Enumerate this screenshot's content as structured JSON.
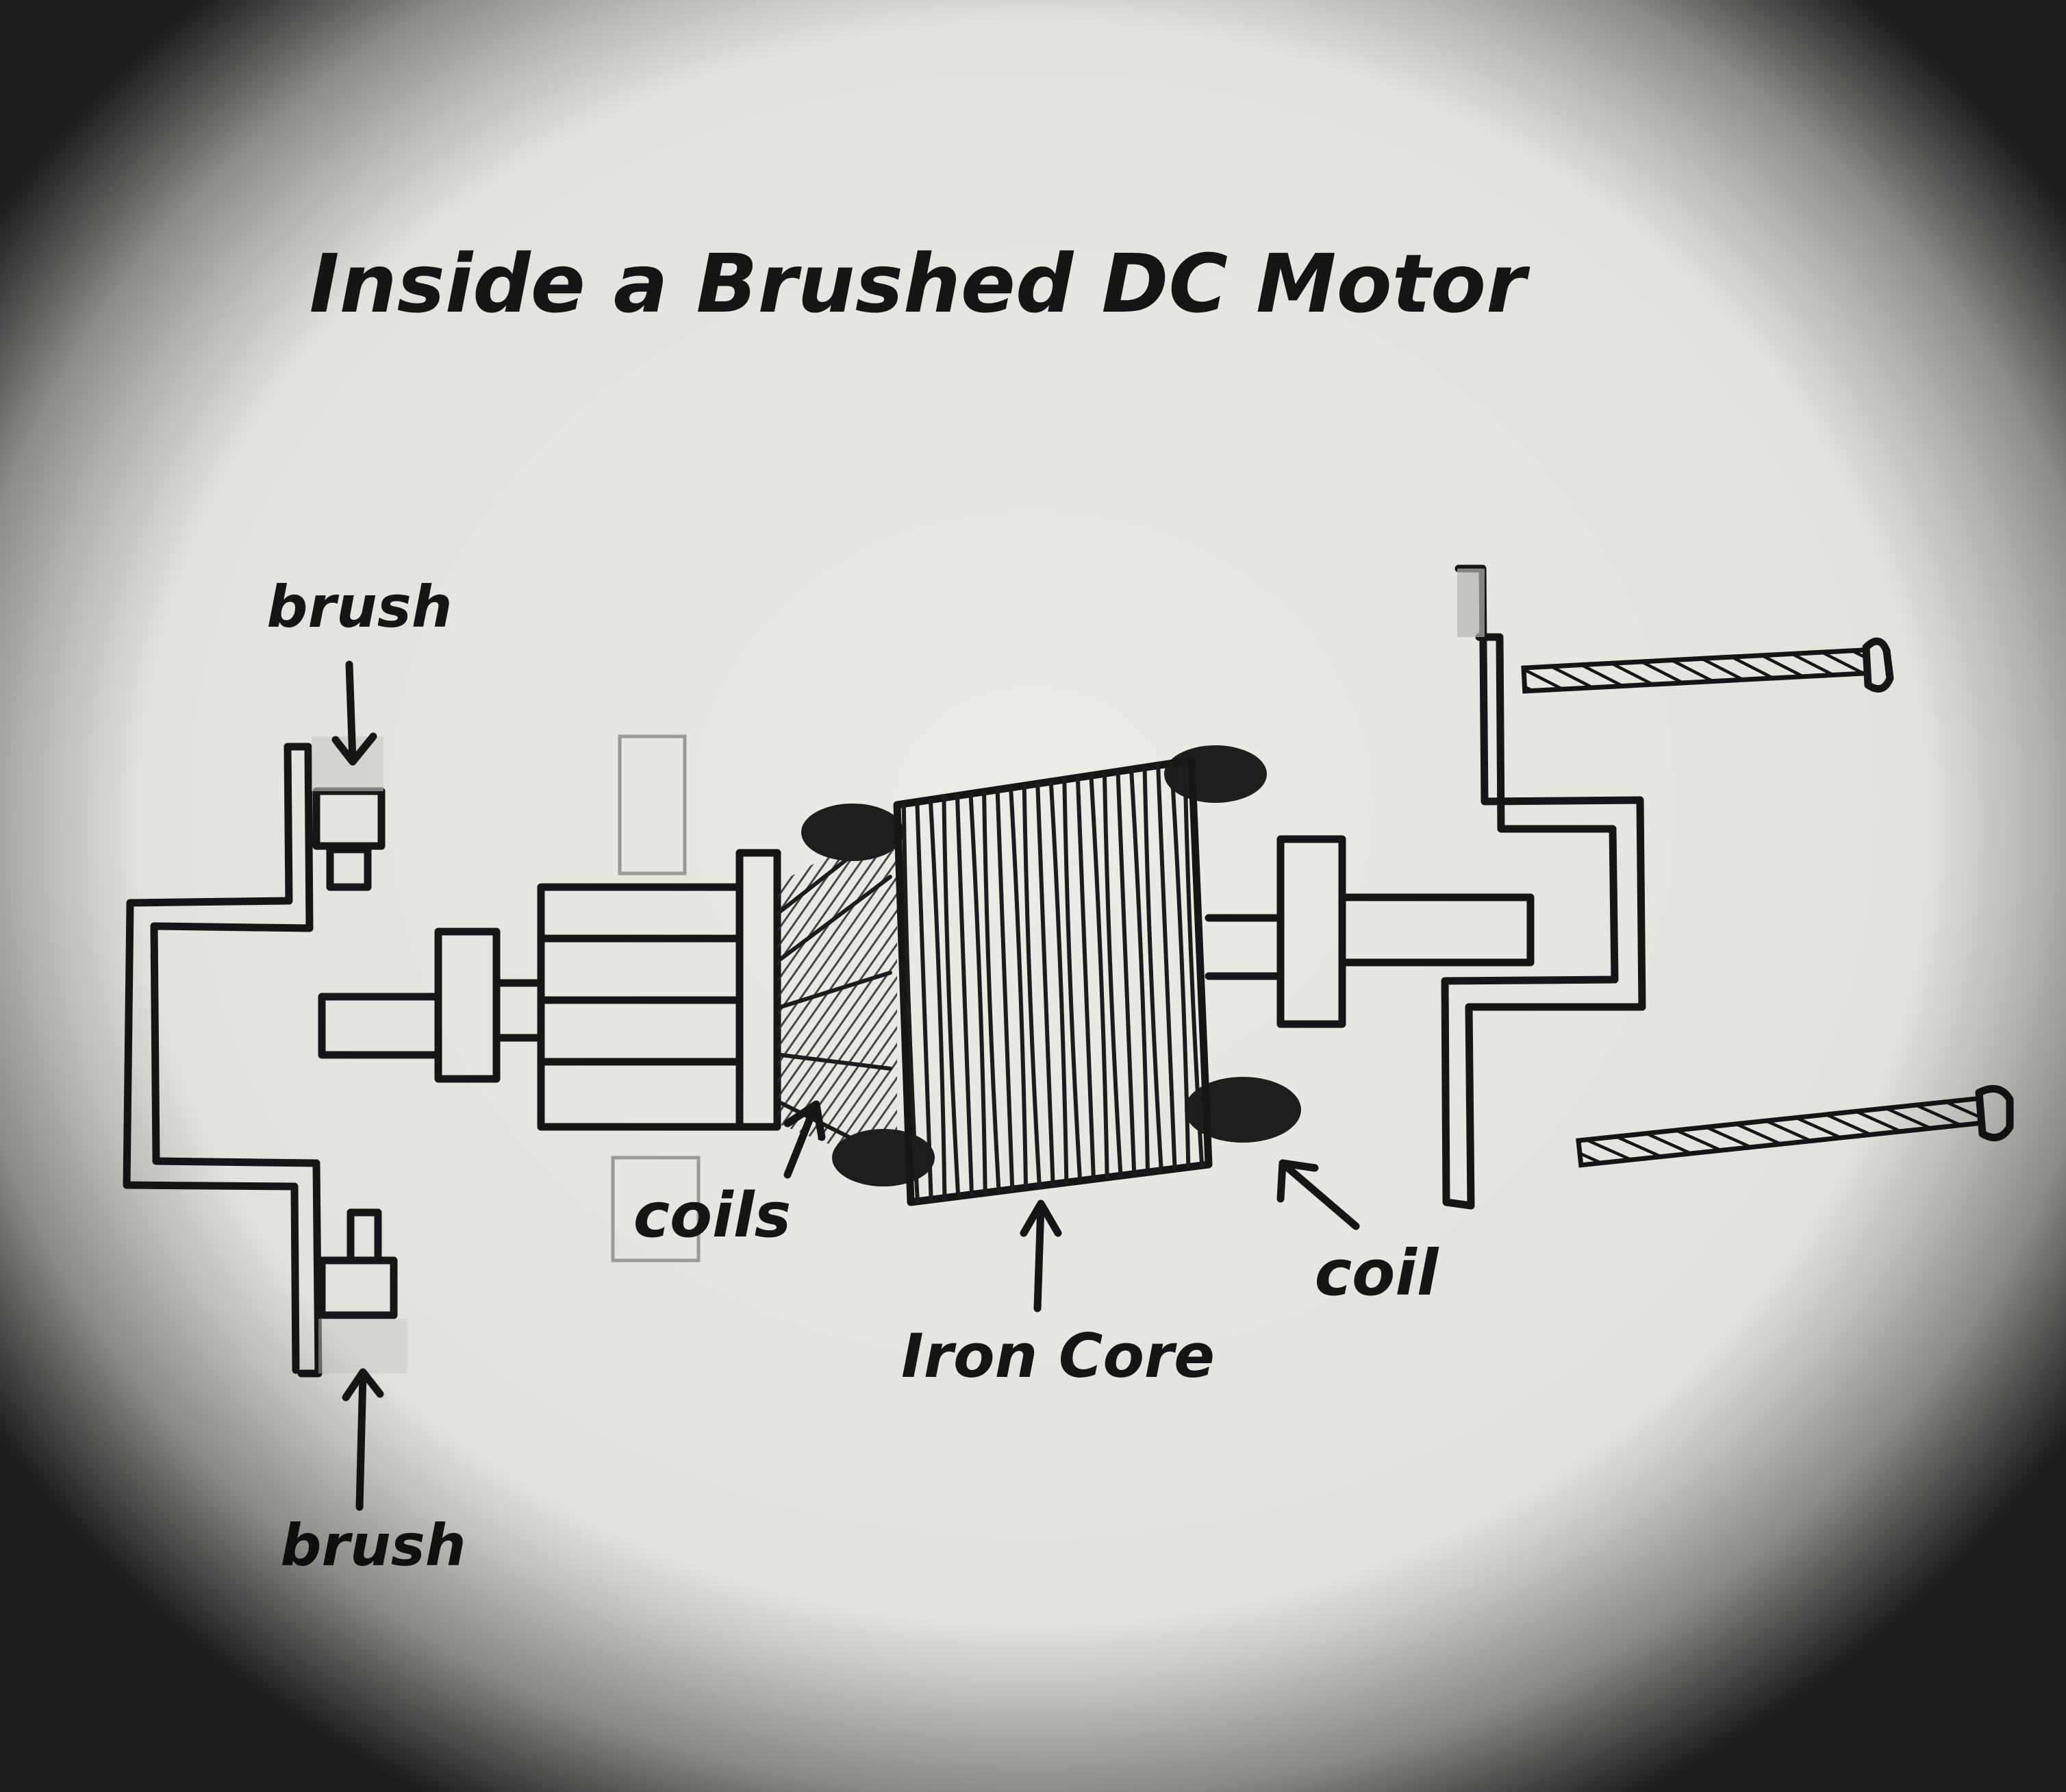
{
  "diagram": {
    "title": "Inside a Brushed DC Motor",
    "labels": {
      "brush_top": "brush",
      "brush_bottom": "brush",
      "coils": "coils",
      "iron_core": "Iron Core",
      "coil": "coil"
    }
  },
  "colors": {
    "paper": "#e9e8e3",
    "ink": "#161616",
    "pencil_shading": "#2a2a2a"
  }
}
